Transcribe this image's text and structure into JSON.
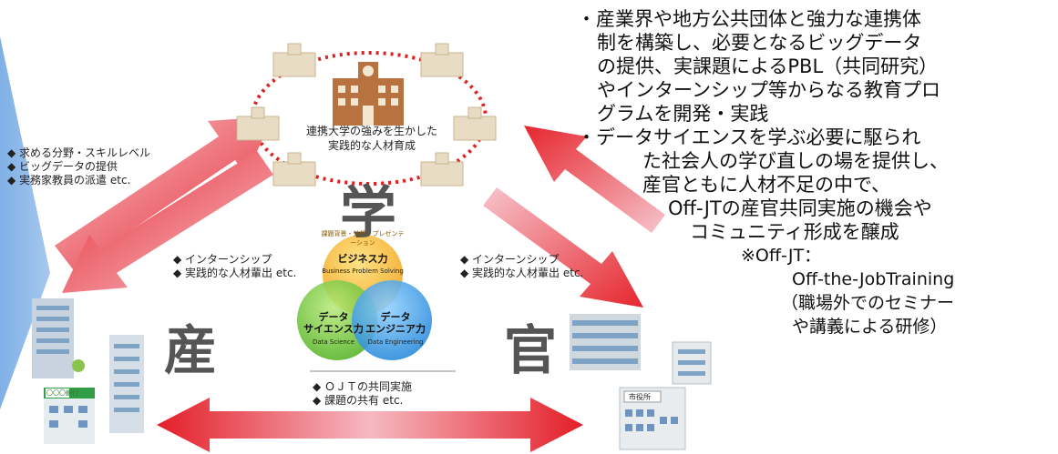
{
  "kanji": {
    "university": "学",
    "industry": "産",
    "government": "官"
  },
  "university": {
    "caption_line1": "連携大学の強みを生かした",
    "caption_line2": "実践的な人材育成"
  },
  "industry": {
    "bank_sign": "〇〇〇銀行"
  },
  "government": {
    "city_hall_sign": "市役所"
  },
  "notes": {
    "industry_to_univ": [
      "◆ 求める分野・スキルレベル",
      "◆ ビッグデータの提供",
      "◆ 実務家教員の派遣 etc."
    ],
    "univ_to_industry": [
      "◆ インターンシップ",
      "◆ 実践的な人材輩出 etc."
    ],
    "univ_to_govt": [
      "◆ インターンシップ",
      "◆ 実践的な人材輩出 etc."
    ],
    "industry_govt": [
      "◆ ＯＪＴの共同実施",
      "◆ 課題の共有 etc."
    ]
  },
  "venn": {
    "business": {
      "label": "ビジネス力",
      "sub": "Business Problem Solving",
      "skills": "課題背景・分析・プレゼンテーション"
    },
    "data_science": {
      "label1": "データ",
      "label2": "サイエンス力",
      "sub": "Data Science"
    },
    "engineering": {
      "label1": "データ",
      "label2": "エンジニア力",
      "sub": "Data Engineering"
    }
  },
  "description": {
    "lines": [
      "・産業界や地方公共団体と強力な連携体",
      "制を構築し、必要となるビッグデータ",
      "の提供、実課題によるPBL（共同研究）",
      "やインターンシップ等からなる教育プロ",
      "グラムを開発・実践",
      "",
      "・データサイエンスを学ぶ必要に駆られ",
      "た社会人の学び直しの場を提供し、",
      "産官ともに人材不足の中で、",
      "Off-JTの産官共同実施の機会や",
      "コミュニティ形成を醸成"
    ],
    "footnote": [
      "※Off-JT：",
      "Off-the-JobTraining",
      "（職場外でのセミナー",
      "や講義による研修）"
    ]
  },
  "colors": {
    "arrow_red": "#e6262e",
    "arrow_pink": "#f7c4cc",
    "chevron_blue": "#7fb0e6",
    "venn_orange": "#f2a31c",
    "venn_green": "#4fb021",
    "venn_blue": "#1f84d8"
  }
}
